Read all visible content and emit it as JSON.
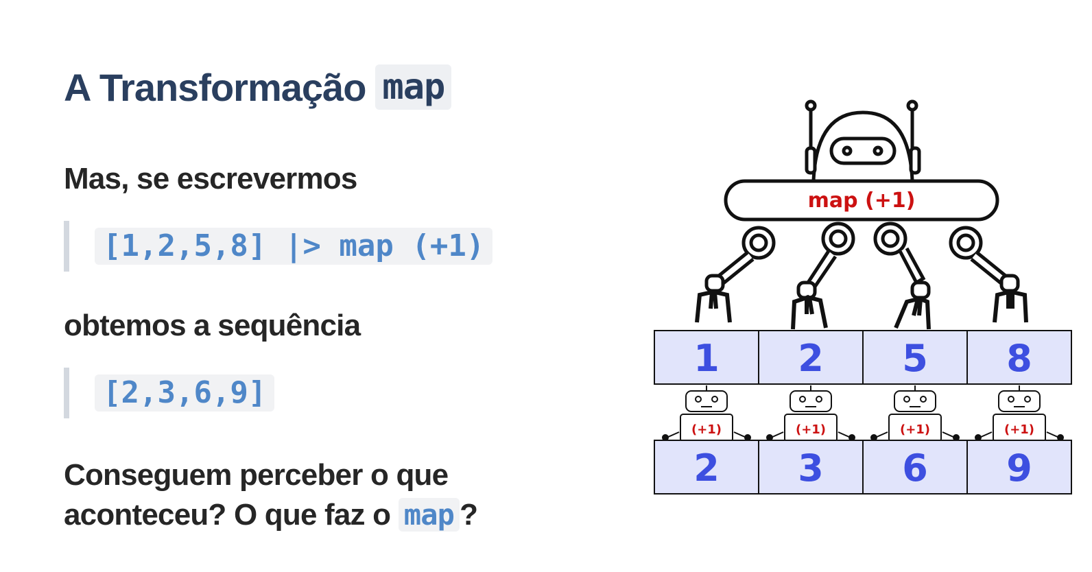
{
  "slide": {
    "title_text": "A Transformação",
    "title_code": "map",
    "para1": "Mas, se escrevermos",
    "code1": "[1,2,5,8] |> map (+1)",
    "para2": "obtemos a sequência",
    "code2": "[2,3,6,9]",
    "question_line1": "Conseguem perceber o que",
    "question_line2_pre": "aconteceu? O que faz o",
    "question_code": "map",
    "question_post": "?"
  },
  "diagram": {
    "robot_label": "map (+1)",
    "small_robot_label": "(+1)",
    "input_values": [
      "1",
      "2",
      "5",
      "8"
    ],
    "output_values": [
      "2",
      "3",
      "6",
      "9"
    ],
    "colors": {
      "cell_fill": "#e1e4fb",
      "number": "#3d4fe0",
      "label_red": "#cc1111",
      "outline": "#111111"
    }
  }
}
